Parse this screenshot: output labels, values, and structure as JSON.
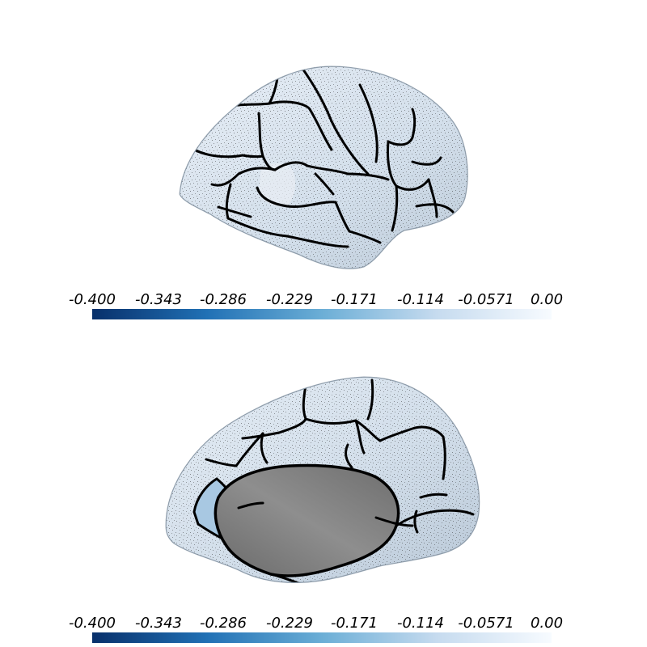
{
  "colormap": {
    "name": "Blues_r",
    "stops": [
      "#08306b",
      "#2171b5",
      "#6baed6",
      "#c6dbef",
      "#f7fbff"
    ]
  },
  "panels": [
    {
      "view": "lateral",
      "colorbar": {
        "ticks": [
          "-0.400",
          "-0.343",
          "-0.286",
          "-0.229",
          "-0.171",
          "-0.114",
          "-0.0571",
          "0.00"
        ],
        "range": [
          -0.4,
          0.0
        ]
      }
    },
    {
      "view": "medial",
      "colorbar": {
        "ticks": [
          "-0.400",
          "-0.343",
          "-0.286",
          "-0.229",
          "-0.171",
          "-0.114",
          "-0.0571",
          "0.00"
        ],
        "range": [
          -0.4,
          0.0
        ]
      }
    }
  ],
  "colors": {
    "surface": "#d5e2ef",
    "region_highlight": "#a8c8e2",
    "medial_wall": "#7a7a7a",
    "outline": "#000000"
  }
}
